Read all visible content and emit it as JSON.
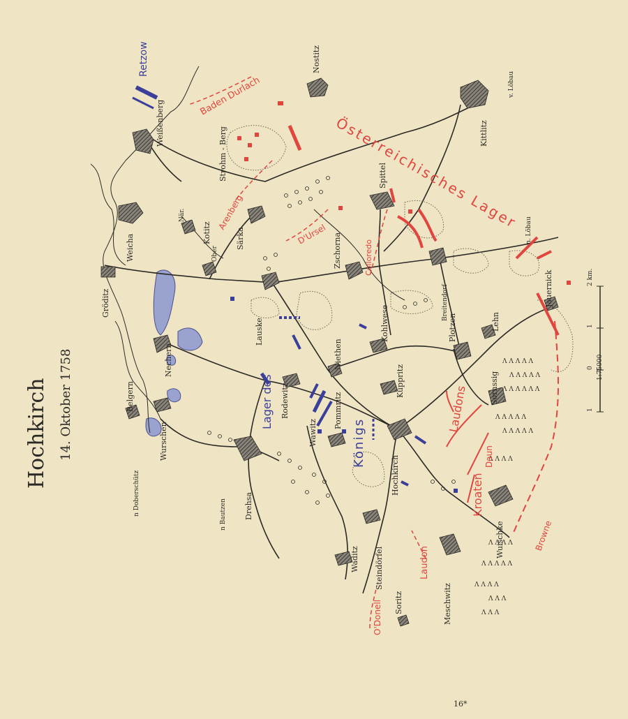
{
  "title": "Hochkirch",
  "date": "14. Oktober 1758",
  "page_number": "16*",
  "scale": {
    "ratio": "1:75000",
    "ticks": [
      "1",
      "0",
      "1",
      "2 km."
    ]
  },
  "places": [
    {
      "key": "retzow",
      "text": "Retzow"
    },
    {
      "key": "nostitz",
      "text": "Nostitz"
    },
    {
      "key": "weissenberg",
      "text": "Weißenberg"
    },
    {
      "key": "kittlitz",
      "text": "Kittlitz"
    },
    {
      "key": "strohm_berg",
      "text": "Strohm - Berg"
    },
    {
      "key": "spittel",
      "text": "Spittel"
    },
    {
      "key": "weicha",
      "text": "Weicha"
    },
    {
      "key": "nar",
      "text": "När."
    },
    {
      "key": "kotitz",
      "text": "Kotitz"
    },
    {
      "key": "ober",
      "text": "Ober"
    },
    {
      "key": "sarka",
      "text": "Särka"
    },
    {
      "key": "groditz",
      "text": "Gröditz"
    },
    {
      "key": "zschorna",
      "text": "Zschorna"
    },
    {
      "key": "lauske",
      "text": "Lauske"
    },
    {
      "key": "kohlwese",
      "text": "Kohlwese"
    },
    {
      "key": "breitendorf",
      "text": "Breitendorf"
    },
    {
      "key": "plotzen",
      "text": "Plotzen"
    },
    {
      "key": "lehn",
      "text": "Lehn"
    },
    {
      "key": "jauernick",
      "text": "Jauernick"
    },
    {
      "key": "belgern",
      "text": "Belgern"
    },
    {
      "key": "nechern",
      "text": "Nechern"
    },
    {
      "key": "niethen",
      "text": "Niethen"
    },
    {
      "key": "kuppritz",
      "text": "Kuppritz"
    },
    {
      "key": "sornssig",
      "text": "Sornssig"
    },
    {
      "key": "rodewitz",
      "text": "Rodewitz"
    },
    {
      "key": "pommritz",
      "text": "Pommritz"
    },
    {
      "key": "wawitz",
      "text": "Wawitz"
    },
    {
      "key": "wurschen",
      "text": "Wurschen"
    },
    {
      "key": "drehsa",
      "text": "Drehsa"
    },
    {
      "key": "hochkirch",
      "text": "Hochkirch"
    },
    {
      "key": "wuischke",
      "text": "Wuischke"
    },
    {
      "key": "waditz",
      "text": "Waditz"
    },
    {
      "key": "steindorfel",
      "text": "Steindörfel"
    },
    {
      "key": "meschwitz",
      "text": "Meschwitz"
    },
    {
      "key": "soritz",
      "text": "Soritz"
    },
    {
      "key": "bautzen",
      "text": "n Bautzen"
    },
    {
      "key": "doberschutz",
      "text": "n Doberschütz"
    },
    {
      "key": "lobau_top",
      "text": "v. Löbau"
    },
    {
      "key": "lobau_right",
      "text": "n. Löbau"
    }
  ],
  "red_labels": [
    {
      "key": "baden_durlach",
      "text": "Baden Durlach"
    },
    {
      "key": "osterreich_lager",
      "text": "Österreichisches Lager"
    },
    {
      "key": "arenberg",
      "text": "Arenberg"
    },
    {
      "key": "dursel",
      "text": "D'Ursel"
    },
    {
      "key": "colloredo",
      "text": "Colloredo"
    },
    {
      "key": "kroaten",
      "text": "Kroaten"
    },
    {
      "key": "lauduns",
      "text": "Laudons"
    },
    {
      "key": "daun",
      "text": "Daun"
    },
    {
      "key": "browne",
      "text": "Browne"
    },
    {
      "key": "laudon",
      "text": "Laudon"
    },
    {
      "key": "odonell",
      "text": "O'Donell"
    }
  ],
  "blue_labels": [
    {
      "key": "lager_des",
      "text": "Lager des"
    },
    {
      "key": "konigs",
      "text": "Königs"
    }
  ]
}
